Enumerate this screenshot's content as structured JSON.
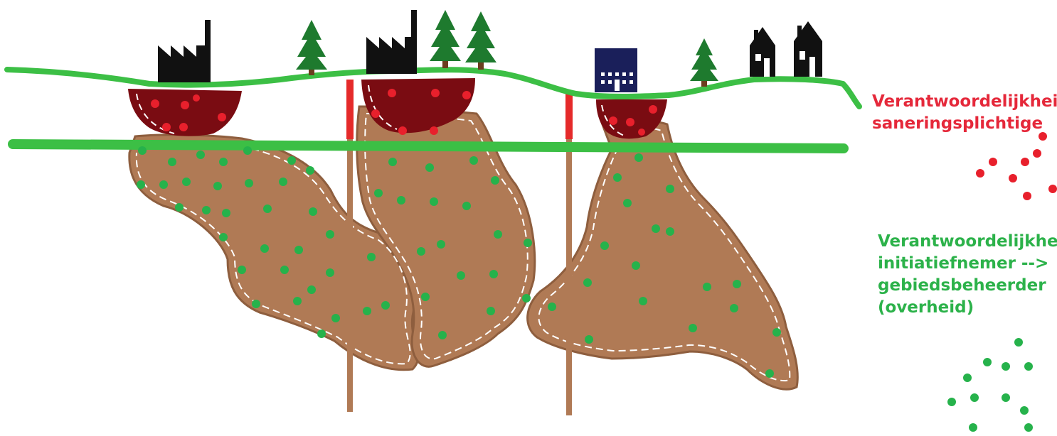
{
  "colors": {
    "surface_line": "#3cbf45",
    "polluted_core": "#7a0c12",
    "polluted_dots": "#e8202c",
    "plume": "#b07a55",
    "plume_outline": "#ffffff",
    "plume_dots": "#26b24b",
    "wells": "#e52a2a",
    "well_casing": "#b07a55",
    "buildings": "#111111",
    "office": "#1a1f5a",
    "trees": "#1e7a2e"
  },
  "icons": {
    "factory_1": "factory-icon",
    "factory_2": "factory-icon",
    "office": "office-building-icon",
    "house_1": "house-icon",
    "house_2": "house-icon",
    "tree": "pine-tree-icon"
  },
  "legend": {
    "red": {
      "line1": "Verantwoordelijkheid",
      "line2": "saneringsplichtige",
      "color": "#e5283a"
    },
    "green": {
      "line1": "Verantwoordelijkheid",
      "line2": "initiatiefnemer -->",
      "line3": "gebiedsbeheerder",
      "line4": "(overheid)",
      "color": "#2cb24a"
    }
  }
}
